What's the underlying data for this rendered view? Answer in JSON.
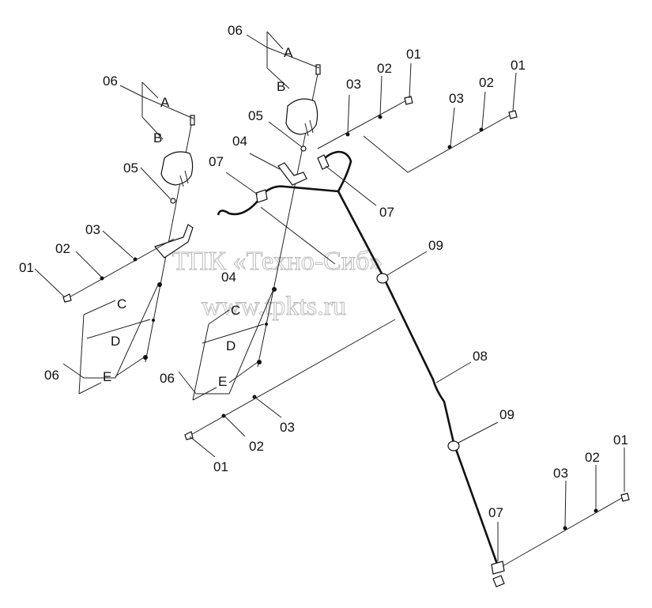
{
  "labels": {
    "l01": "01",
    "l02": "02",
    "l03": "03",
    "l04": "04",
    "l05": "05",
    "l06": "06",
    "l07": "07",
    "l08": "08",
    "l09": "09",
    "A": "A",
    "B": "B",
    "C": "C",
    "D": "D",
    "E": "E"
  },
  "watermark": {
    "line1": "ТПК «Техно-Сиб»",
    "line2": "www.tpkts.ru"
  },
  "colors": {
    "ink": "#111111",
    "watermark": "#bdbdbd",
    "background": "#ffffff"
  }
}
